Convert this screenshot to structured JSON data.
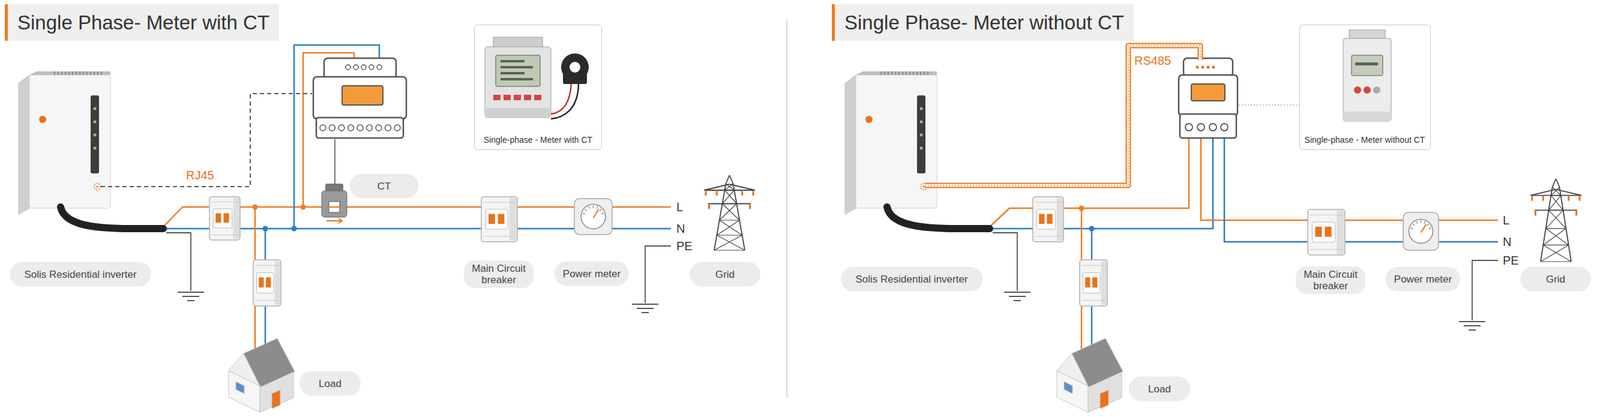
{
  "diagram": {
    "nodes": [
      {
        "text": [
          "Single Phase- Meter with CT"
        ]
      },
      {
        "text": [
          "Single-phase - Meter with CT"
        ]
      },
      {
        "text": [
          "CT"
        ]
      },
      {
        "text": [
          "Solis Residential inverter"
        ]
      },
      {
        "text": [
          "Main Circuit breaker"
        ]
      },
      {
        "text": [
          "Power meter"
        ]
      },
      {
        "text": [
          "Grid"
        ]
      },
      {
        "text": [
          "Load"
        ]
      },
      {
        "text": [
          "Single Phase- Meter without CT"
        ]
      },
      {
        "text": [
          "Single-phase - Meter without CT"
        ]
      },
      {
        "text": [
          "Solis Residential inverter"
        ]
      },
      {
        "text": [
          "Main Circuit breaker"
        ]
      },
      {
        "text": [
          "Power meter"
        ]
      },
      {
        "text": [
          "Grid"
        ]
      },
      {
        "text": [
          "Load"
        ]
      }
    ],
    "labels": [
      "RJ45",
      "L",
      "N",
      "PE",
      "RS485",
      "L",
      "N",
      "PE"
    ]
  }
}
